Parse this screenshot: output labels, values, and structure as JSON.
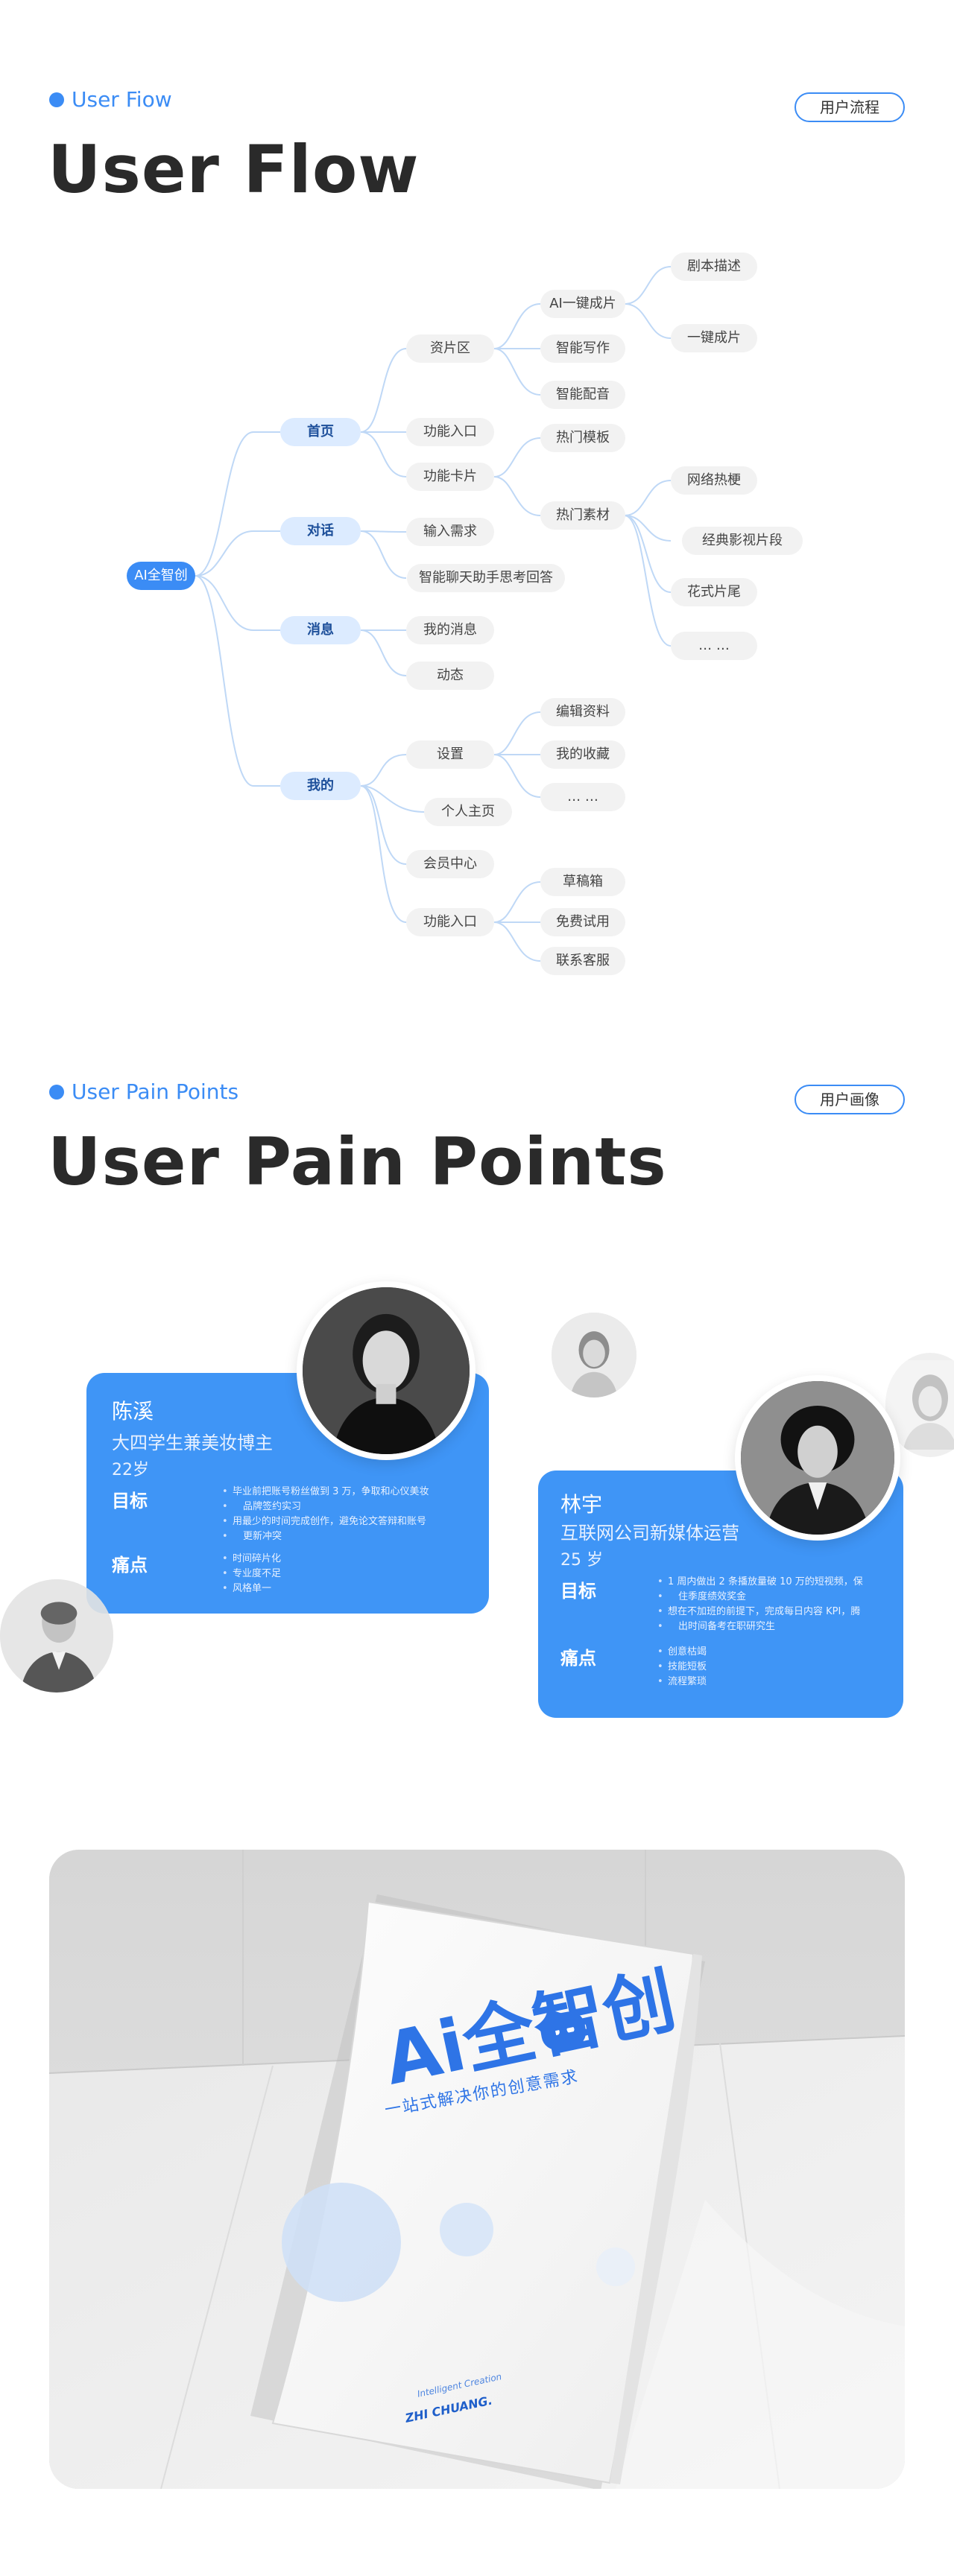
{
  "flow_section": {
    "tag": "User Fiow",
    "title": "User Flow",
    "pill": "用户流程"
  },
  "flow": {
    "root": "AI全智创",
    "level1": [
      "首页",
      "对话",
      "消息",
      "我的"
    ],
    "nodes": {
      "zipian": "资片区",
      "gongneng_rukou": "功能入口",
      "gongneng_kapian": "功能卡片",
      "shuru": "输入需求",
      "zhineng_liaotian": "智能聊天助手思考回答",
      "wode_xiaoxi": "我的消息",
      "dongtai": "动态",
      "shezhi": "设置",
      "geren": "个人主页",
      "huiyuan": "会员中心",
      "wode_rukou": "功能入口",
      "ai_yijian": "AI一键成片",
      "zhineng_xiezuo": "智能写作",
      "zhineng_peiyin": "智能配音",
      "remen_muban": "热门模板",
      "remen_sucai": "热门素材",
      "juben": "剧本描述",
      "yijian": "一键成片",
      "wangluo": "网络热梗",
      "jingdian": "经典影视片段",
      "huashi": "花式片尾",
      "more1": "… …",
      "bianji": "编辑资料",
      "shoucang": "我的收藏",
      "more2": "… …",
      "caogao": "草稿箱",
      "mianfei": "免费试用",
      "kefu": "联系客服"
    }
  },
  "pain_section": {
    "tag": "User Pain Points",
    "title": "User Pain Points",
    "pill": "用户画像"
  },
  "persona1": {
    "name": "陈溪",
    "role": "大四学生兼美妆博主",
    "age": "22岁",
    "goal_label": "目标",
    "goals": [
      "毕业前把账号粉丝做到 3 万，争取和心仪美妆",
      "品牌签约实习",
      "用最少的时间完成创作，避免论文答辩和账号",
      "更新冲突"
    ],
    "pain_label": "痛点",
    "pains": [
      "时间碎片化",
      "专业度不足",
      "风格单一"
    ]
  },
  "persona2": {
    "name": "林宇",
    "role": "互联网公司新媒体运营",
    "age": "25 岁",
    "goal_label": "目标",
    "goals": [
      "1 周内做出 2 条播放量破 10 万的短视频，保",
      "住季度绩效奖金",
      "想在不加班的前提下，完成每日内容 KPI，腾",
      "出时间备考在职研究生"
    ],
    "pain_label": "痛点",
    "pains": [
      "创意枯竭",
      "技能短板",
      "流程繁琐"
    ]
  },
  "mockup": {
    "brand": "Ai全智创",
    "slogan": "一站式解决你的创意需求",
    "brand_en": "ZHI CHUANG.",
    "brand_en_sub": "Intelligent Creation"
  },
  "colors": {
    "accent": "#3b8cf5",
    "card": "#3f95f6",
    "node_grey": "#f2f2f2",
    "node_light": "#dcebff"
  }
}
